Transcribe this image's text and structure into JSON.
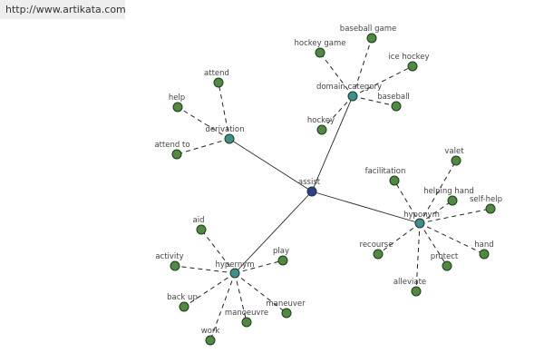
{
  "source": {
    "url": "http://www.artikata.com"
  },
  "colors": {
    "center_node": "#2f3f8f",
    "relation_node": "#3f8f8f",
    "leaf_node": "#4f8a3f",
    "node_stroke": "#1e3a1e",
    "edge": "#222222"
  },
  "graph": {
    "center": {
      "label": "assist"
    },
    "relations": [
      {
        "id": "domain-category",
        "label": "domain category",
        "leaves": [
          {
            "id": "baseball-game",
            "label": "baseball game"
          },
          {
            "id": "hockey-game",
            "label": "hockey game"
          },
          {
            "id": "ice-hockey",
            "label": "ice hockey"
          },
          {
            "id": "baseball",
            "label": "baseball"
          },
          {
            "id": "hockey",
            "label": "hockey"
          }
        ]
      },
      {
        "id": "derivation",
        "label": "derivation",
        "leaves": [
          {
            "id": "attend",
            "label": "attend"
          },
          {
            "id": "help",
            "label": "help"
          },
          {
            "id": "attend-to",
            "label": "attend to"
          }
        ]
      },
      {
        "id": "hyponym",
        "label": "hyponym",
        "leaves": [
          {
            "id": "facilitation",
            "label": "facilitation"
          },
          {
            "id": "valet",
            "label": "valet"
          },
          {
            "id": "helping-hand",
            "label": "helping hand"
          },
          {
            "id": "self-help",
            "label": "self-help"
          },
          {
            "id": "hand",
            "label": "hand"
          },
          {
            "id": "protect",
            "label": "protect"
          },
          {
            "id": "alleviate",
            "label": "alleviate"
          },
          {
            "id": "recourse",
            "label": "recourse"
          }
        ]
      },
      {
        "id": "hypernym",
        "label": "hypernym",
        "leaves": [
          {
            "id": "aid",
            "label": "aid"
          },
          {
            "id": "activity",
            "label": "activity"
          },
          {
            "id": "play",
            "label": "play"
          },
          {
            "id": "back-up",
            "label": "back up"
          },
          {
            "id": "manoeuvre",
            "label": "manoeuvre"
          },
          {
            "id": "maneuver",
            "label": "maneuver"
          },
          {
            "id": "work",
            "label": "work"
          }
        ]
      }
    ]
  }
}
